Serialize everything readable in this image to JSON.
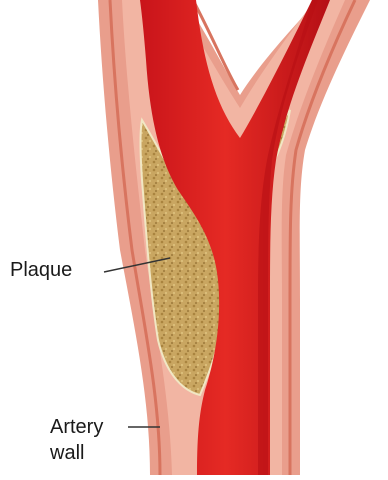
{
  "labels": {
    "plaque": "Plaque",
    "artery_line1": "Artery",
    "artery_line2": "wall"
  },
  "colors": {
    "outer_wall": "#e99e8c",
    "wall_stripe": "#d8745f",
    "inner_wall": "#f2b5a3",
    "lumen": "#dd1f1f",
    "lumen_dark": "#b80f14",
    "plaque": "#c9a661",
    "plaque_edge": "#f1e7c4",
    "leader_line": "#333333"
  },
  "icons": {
    "diagram": "artery-bifurcation-illustration"
  }
}
